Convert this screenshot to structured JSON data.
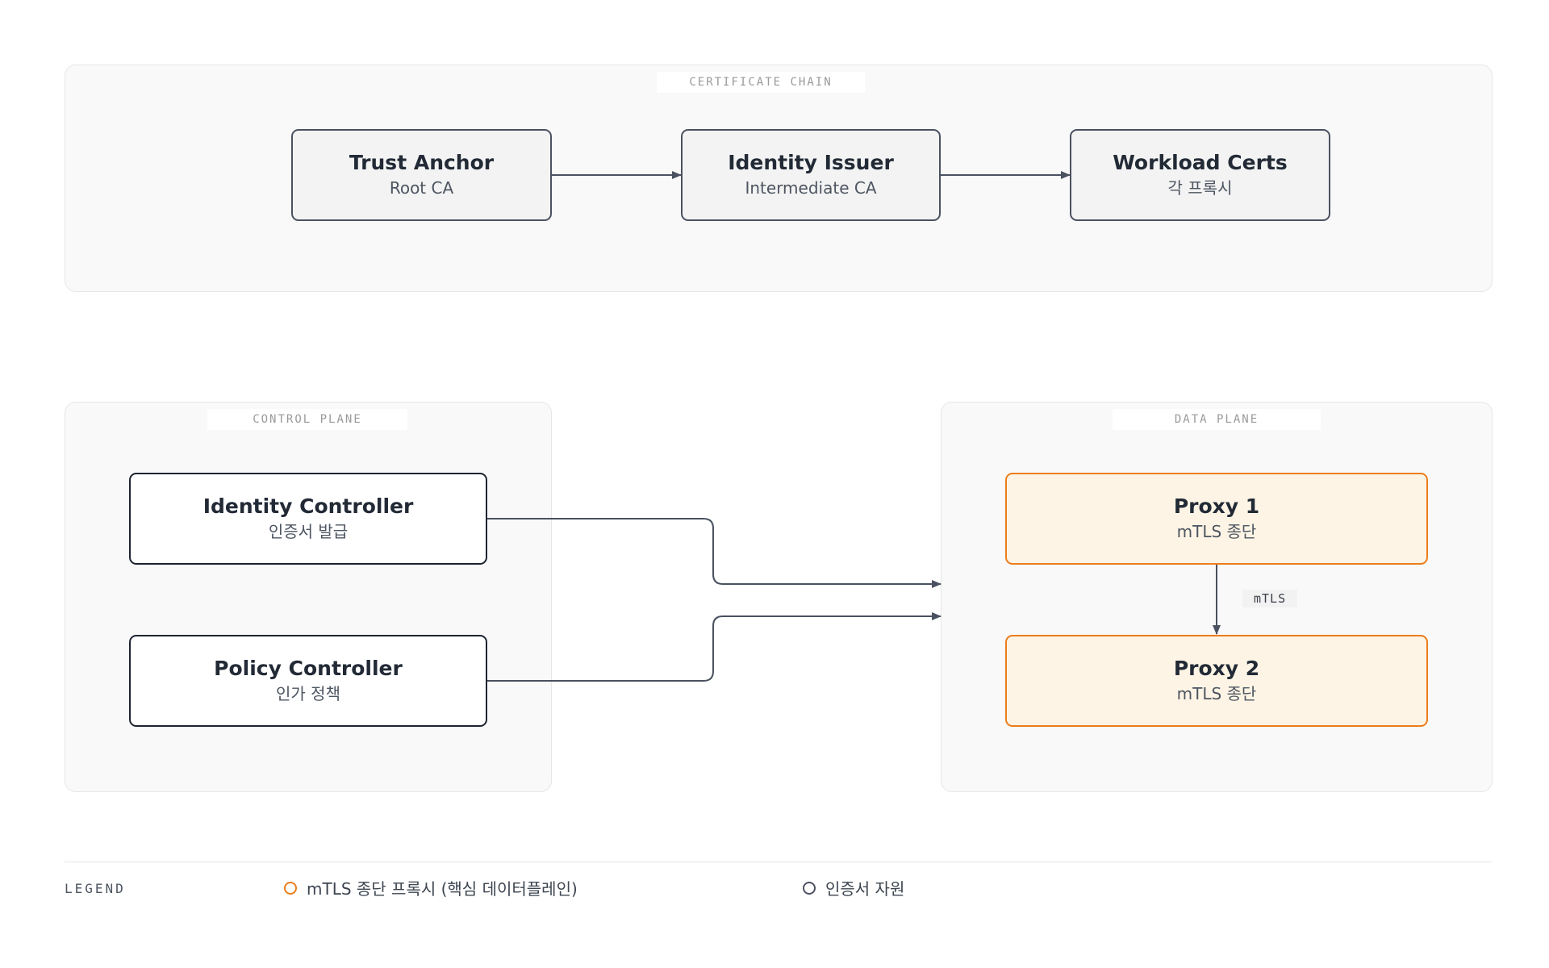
{
  "groups": {
    "certificate_chain": "CERTIFICATE CHAIN",
    "control_plane": "CONTROL PLANE",
    "data_plane": "DATA PLANE"
  },
  "nodes": {
    "trust_anchor": {
      "title": "Trust Anchor",
      "sub": "Root CA"
    },
    "identity_issuer": {
      "title": "Identity Issuer",
      "sub": "Intermediate CA"
    },
    "workload_certs": {
      "title": "Workload Certs",
      "sub": "각 프록시"
    },
    "identity_controller": {
      "title": "Identity Controller",
      "sub": "인증서 발급"
    },
    "policy_controller": {
      "title": "Policy Controller",
      "sub": "인가 정책"
    },
    "proxy1": {
      "title": "Proxy 1",
      "sub": "mTLS 종단"
    },
    "proxy2": {
      "title": "Proxy 2",
      "sub": "mTLS 종단"
    }
  },
  "edges": {
    "proxy1_to_proxy2_label": "mTLS"
  },
  "legend": {
    "title": "LEGEND",
    "items": [
      {
        "label": "mTLS 종단 프록시 (핵심 데이터플레인)",
        "color": "#ec7d1b"
      },
      {
        "label": "인증서 자원",
        "color": "#4a5160"
      }
    ]
  },
  "colors": {
    "accent": "#ec7d1b",
    "accent_fill": "#fdf4e5",
    "edge": "#4a5160",
    "group_fill": "#f9f9f9"
  }
}
